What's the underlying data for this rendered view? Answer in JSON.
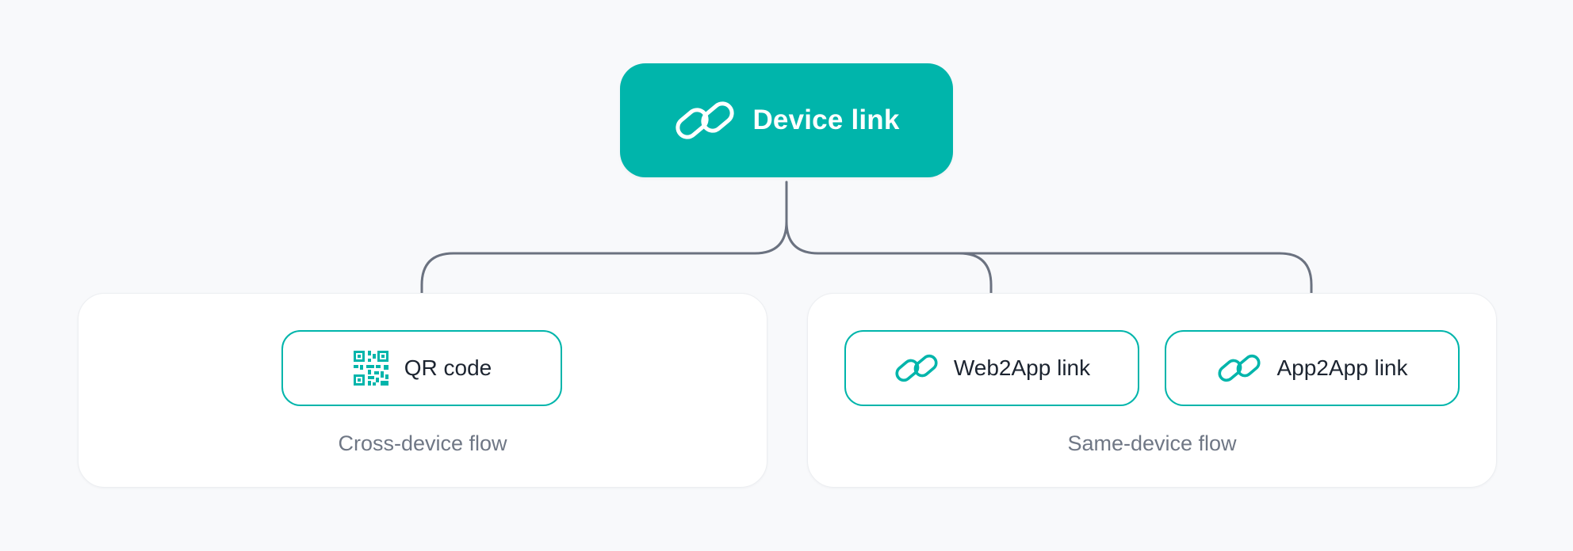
{
  "colors": {
    "background": "#f8f9fb",
    "accent": "#00b5ab",
    "connector": "#6b7280",
    "group_background": "#ffffff",
    "label_text": "#6f7785",
    "leaf_text": "#1c2430"
  },
  "root": {
    "title": "Device link",
    "icon": "link-icon"
  },
  "groups": [
    {
      "label": "Cross-device flow",
      "items": [
        {
          "label": "QR code",
          "icon": "qr-code-icon"
        }
      ]
    },
    {
      "label": "Same-device flow",
      "items": [
        {
          "label": "Web2App link",
          "icon": "link-icon"
        },
        {
          "label": "App2App link",
          "icon": "link-icon"
        }
      ]
    }
  ]
}
